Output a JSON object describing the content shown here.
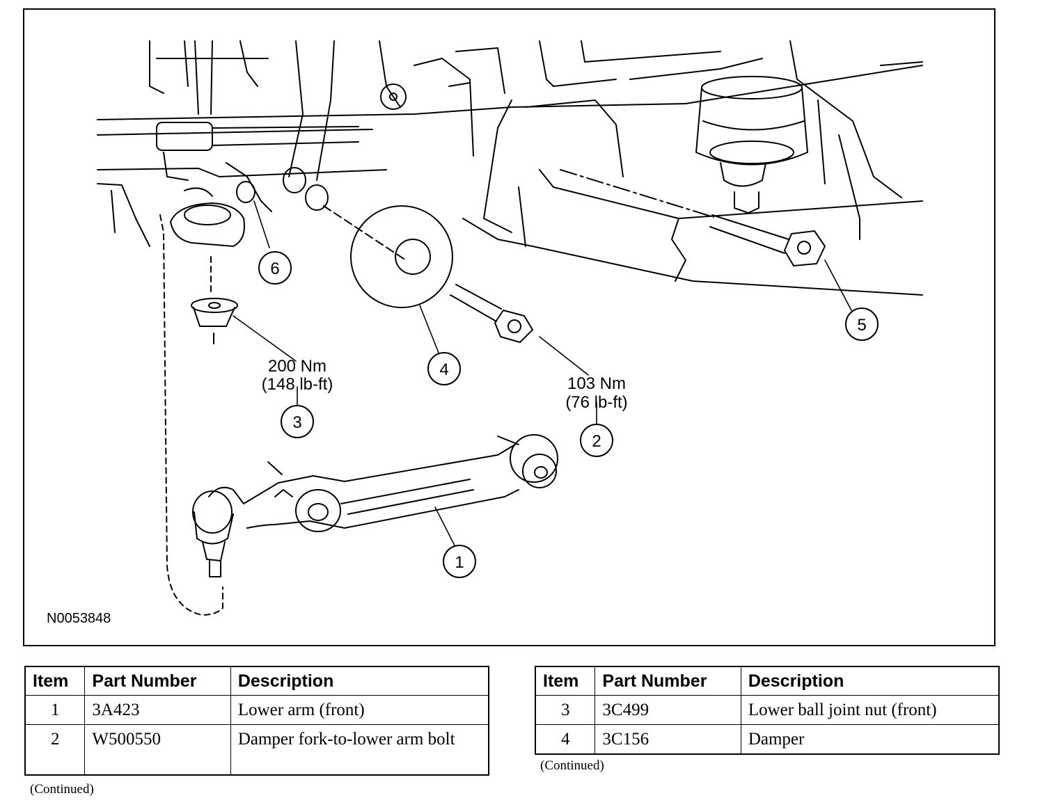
{
  "figure": {
    "id": "N0053848",
    "callouts": [
      {
        "number": "1"
      },
      {
        "number": "2",
        "torque_nm": "103 Nm",
        "torque_lbft": "(76 lb-ft)"
      },
      {
        "number": "3",
        "torque_nm": "200 Nm",
        "torque_lbft": "(148 lb-ft)"
      },
      {
        "number": "4"
      },
      {
        "number": "5"
      },
      {
        "number": "6"
      }
    ]
  },
  "tables": [
    {
      "headers": [
        "Item",
        "Part Number",
        "Description"
      ],
      "rows": [
        {
          "item": "1",
          "part": "3A423",
          "desc": "Lower arm (front)"
        },
        {
          "item": "2",
          "part": "W500550",
          "desc": "Damper fork-to-lower arm bolt"
        }
      ],
      "footnote": "(Continued)"
    },
    {
      "headers": [
        "Item",
        "Part Number",
        "Description"
      ],
      "rows": [
        {
          "item": "3",
          "part": "3C499",
          "desc": "Lower ball joint nut (front)"
        },
        {
          "item": "4",
          "part": "3C156",
          "desc": "Damper"
        }
      ],
      "footnote": "(Continued)"
    }
  ]
}
